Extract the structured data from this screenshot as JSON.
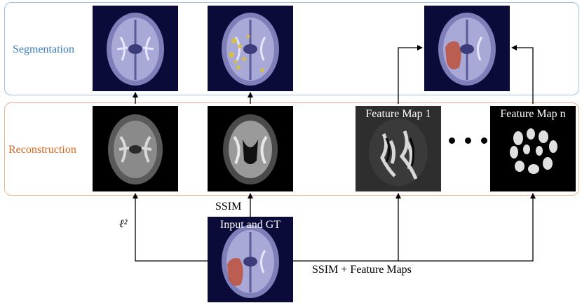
{
  "panels": {
    "segmentation_label": "Segmentation",
    "reconstruction_label": "Reconstruction"
  },
  "tiles": {
    "input_caption": "Input and GT",
    "feature_map_1_caption": "Feature Map 1",
    "feature_map_n_caption": "Feature Map n"
  },
  "edges": {
    "l2_label": "ℓ²",
    "ssim_label": "SSIM",
    "ssim_feature_label": "SSIM + Feature Maps"
  },
  "colors": {
    "segmentation_border": "#9fc1e3",
    "segmentation_text": "#3b7fbf",
    "reconstruction_border": "#f0b48e",
    "reconstruction_text": "#d2691e",
    "mri_background": "#0b0b3a",
    "tumor_overlay": "#c0503a",
    "prediction_overlay": "#d8c23a"
  }
}
